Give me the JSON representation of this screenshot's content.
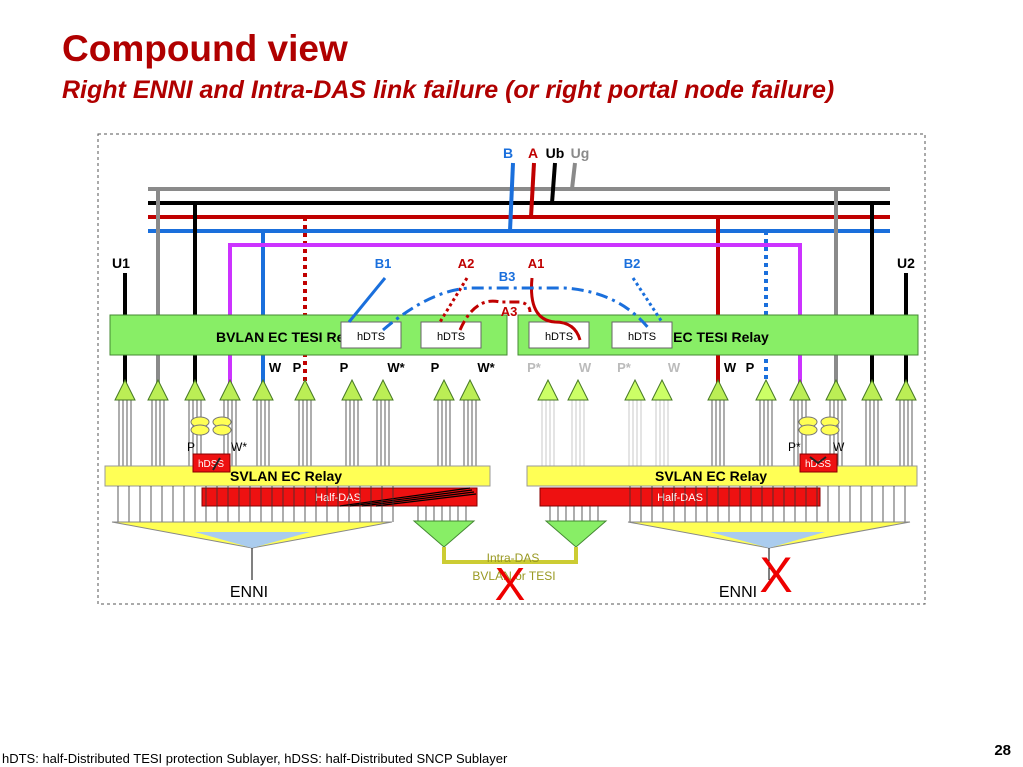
{
  "slide": {
    "title": "Compound view",
    "subtitle": "Right ENNI and Intra-DAS link failure (or right portal node failure)",
    "footnote": "hDTS: half-Distributed TESI protection Sublayer,   hDSS: half-Distributed SNCP Sublayer",
    "page_number": "28"
  },
  "colors": {
    "title": "#b00000",
    "blue": "#1a6fdc",
    "red": "#c00000",
    "black": "#000000",
    "gray": "#8a8a8a",
    "magenta": "#cc33ff",
    "green_panel": "#88ee66",
    "yellow_relay": "#ffff55",
    "half_das_red": "#ee1111",
    "light_blue_tri": "#aaccee"
  },
  "diagram": {
    "bus_labels": {
      "b": "B",
      "a": "A",
      "ub": "Ub",
      "ug": "Ug"
    },
    "u1": "U1",
    "u2": "U2",
    "b1": "B1",
    "a2": "A2",
    "a1": "A1",
    "b2": "B2",
    "b3": "B3",
    "a3": "A3",
    "bvlan_left": "BVLAN EC TESI Relay",
    "bvlan_right": "BVLAN EC TESI Relay",
    "hdts": [
      "hDTS",
      "hDTS",
      "hDTS",
      "hDTS"
    ],
    "ports": [
      "W",
      "P",
      "P",
      "W*",
      "P",
      "W*",
      "P*",
      "W",
      "P*",
      "W",
      "W",
      "P"
    ],
    "hdss_left": "hDSS",
    "hdss_right": "hDSS",
    "hdss_left_p": "P",
    "hdss_left_w": "W*",
    "hdss_right_p": "P*",
    "hdss_right_w": "W",
    "svlan_left": "SVLAN EC Relay",
    "svlan_right": "SVLAN EC Relay",
    "half_das_left": "Half-DAS",
    "half_das_right": "Half-DAS",
    "intra_das_1": "Intra-DAS",
    "intra_das_2": "BVLAN or TESI",
    "enni_left": "ENNI",
    "enni_right": "ENNI",
    "fail_mark": "X"
  }
}
